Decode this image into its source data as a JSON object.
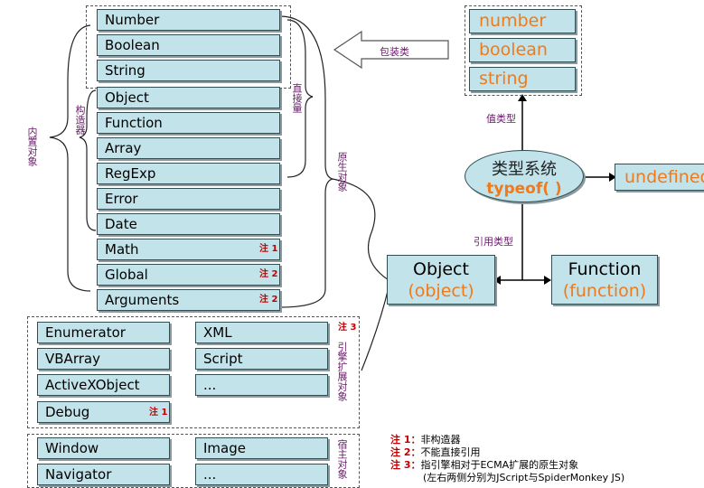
{
  "wrapper_types": [
    "Number",
    "Boolean",
    "String"
  ],
  "constructor_types": [
    "Object",
    "Function",
    "Array",
    "RegExp",
    "Error",
    "Date"
  ],
  "non_constructor_types": [
    {
      "label": "Math",
      "note": "注 1"
    },
    {
      "label": "Global",
      "note": "注 2"
    },
    {
      "label": "Arguments",
      "note": "注 2"
    }
  ],
  "engine_left": [
    "Enumerator",
    "VBArray",
    "ActiveXObject",
    "Debug"
  ],
  "engine_left_note": "注 1",
  "engine_right": [
    "XML",
    "Script",
    "..."
  ],
  "engine_note": "注 3",
  "host_left": [
    "Window",
    "Navigator"
  ],
  "host_right": [
    "Image",
    "..."
  ],
  "value_types": [
    "number",
    "boolean",
    "string"
  ],
  "labels": {
    "builtin_objects": "内置对象",
    "constructors": "构造器",
    "direct_quantity": "直接量",
    "native_objects": "原生对象",
    "engine_extension_objects": "引擎扩展对象",
    "host_objects": "宿主对象",
    "wrapper_class": "包装类",
    "value_type": "值类型",
    "reference_type": "引用类型"
  },
  "type_system": {
    "title": "类型系统",
    "subtitle": "typeof( )"
  },
  "undefined_label": "undefined",
  "object_box": {
    "name": "Object",
    "typeof": "(object)"
  },
  "function_box": {
    "name": "Function",
    "typeof": "(function)"
  },
  "notes": [
    {
      "tag": "注 1：",
      "text": "非构造器"
    },
    {
      "tag": "注 2：",
      "text": "不能直接引用"
    },
    {
      "tag": "注 3：",
      "text": "指引擎相对于ECMA扩展的原生对象"
    },
    {
      "tag": "",
      "text": "(左右两侧分别为JScript与SpiderMonkey JS)"
    }
  ],
  "colors": {
    "box_fill": "#c3e3ea",
    "accent_orange": "#f07a1a",
    "note_red": "#c00000",
    "label_purple": "#6a1a6a"
  }
}
